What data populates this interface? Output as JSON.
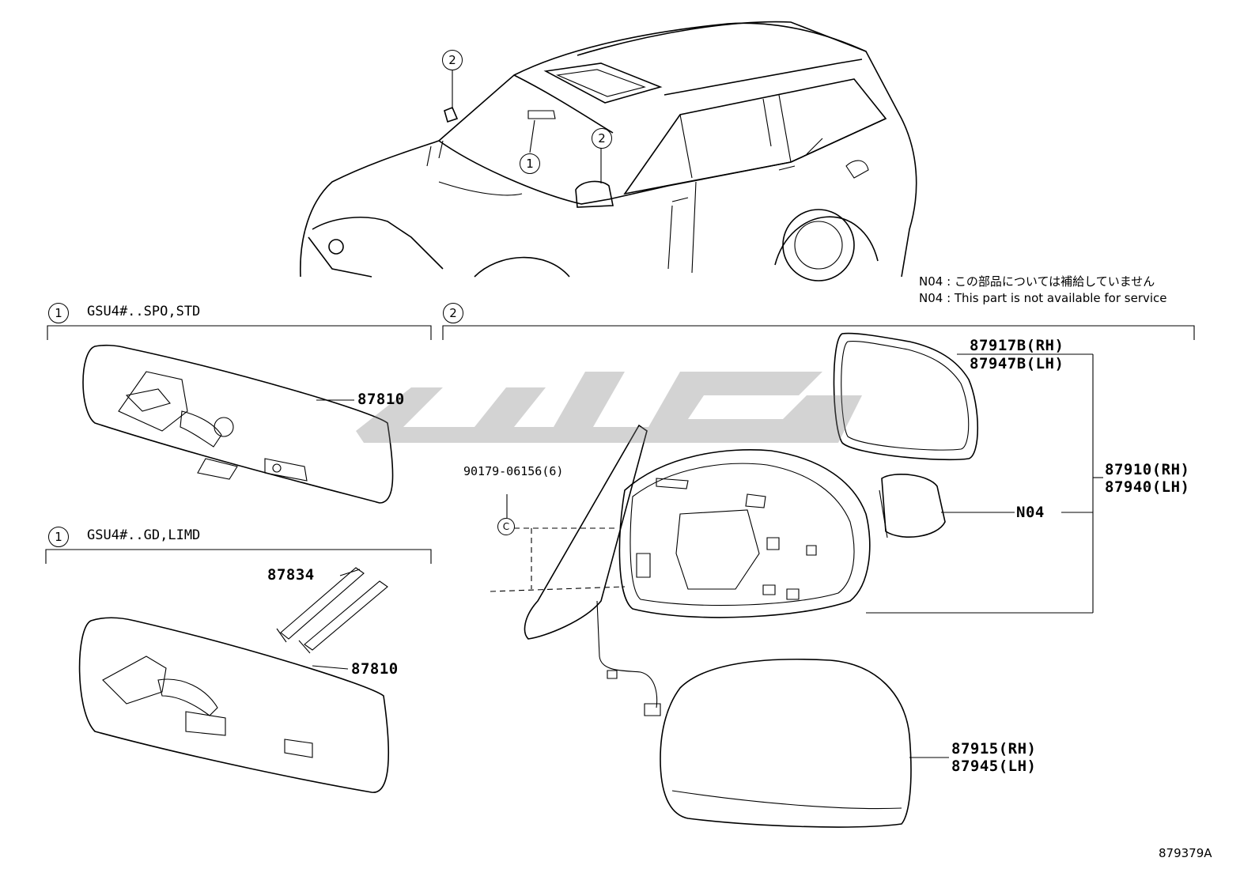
{
  "notes": {
    "n04_jp": "N04 : この部品については補給していません",
    "n04_en": "N04 : This part is not available for service"
  },
  "sections": {
    "s1a": {
      "callout": "1",
      "title": "GSU4#..SPO,STD"
    },
    "s1b": {
      "callout": "1",
      "title": "GSU4#..GD,LIMD"
    },
    "s2": {
      "callout": "2"
    }
  },
  "vehicle_callouts": [
    "2",
    "1",
    "2"
  ],
  "parts": {
    "mirror_std": "87810",
    "mirror_gd": "87810",
    "mirror_gd_sub": "87834",
    "bolt": "90179-06156(6)",
    "glass_rh": "87917B(RH)",
    "glass_lh": "87947B(LH)",
    "assy_rh": "87910(RH)",
    "assy_lh": "87940(LH)",
    "motor": "N04",
    "cover_rh": "87915(RH)",
    "cover_lh": "87945(LH)",
    "bolt_mark": "C"
  },
  "watermark": "879379A"
}
